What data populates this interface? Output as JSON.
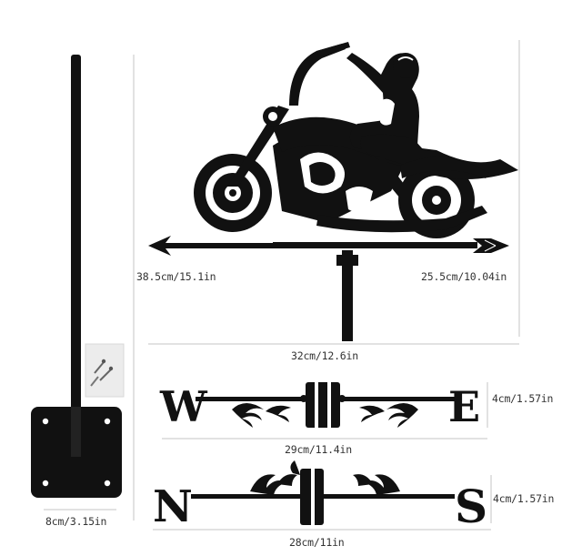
{
  "colors": {
    "metal": "#111111",
    "guide": "#bbbbbb",
    "text": "#333333"
  },
  "dimensions": {
    "total_height": "38.5cm/15.1in",
    "figure_height": "25.5cm/10.04in",
    "figure_width": "32cm/12.6in",
    "we_height": "4cm/1.57in",
    "we_width": "29cm/11.4in",
    "ns_height": "4cm/1.57in",
    "ns_width": "28cm/11in",
    "base_width": "8cm/3.15in"
  },
  "letters": {
    "west": "W",
    "east": "E",
    "north": "N",
    "south": "S"
  },
  "icons": {
    "rider": "motorcycle-rider-icon",
    "screws": "screw-pack-icon"
  }
}
